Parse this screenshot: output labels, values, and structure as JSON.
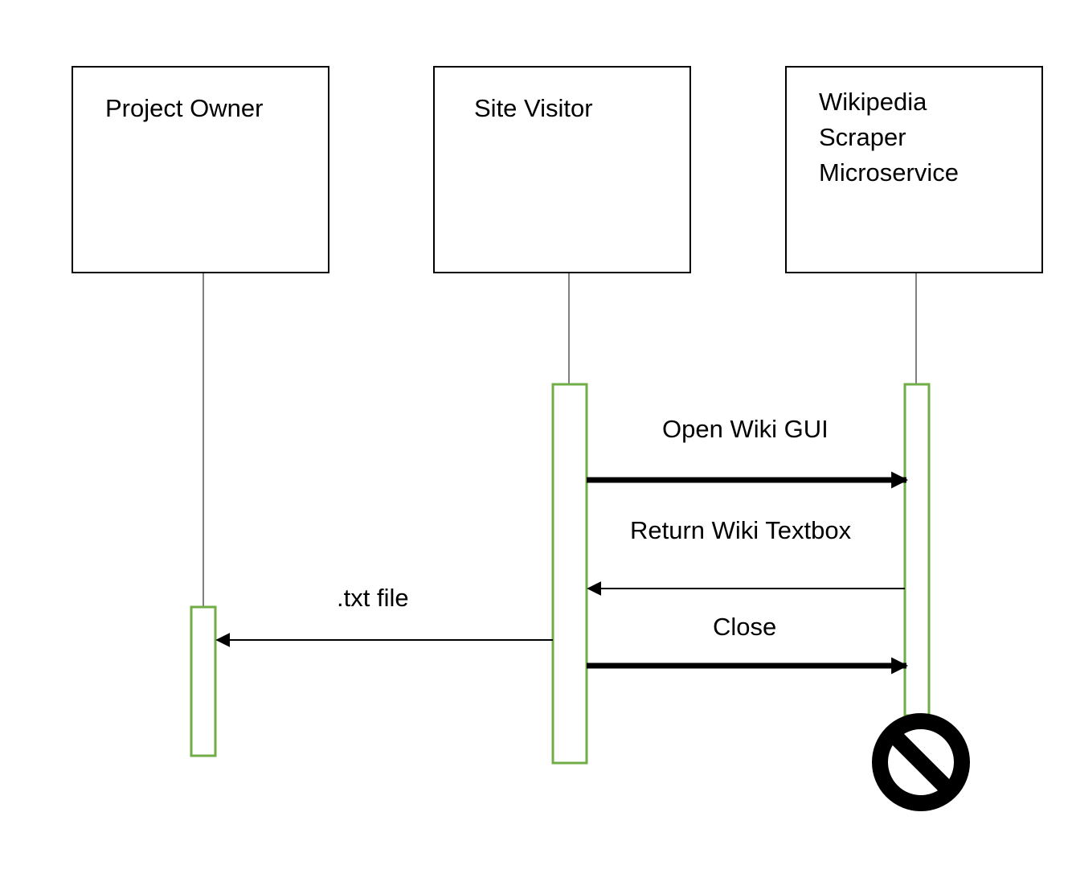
{
  "actors": {
    "project_owner": {
      "label": "Project Owner"
    },
    "site_visitor": {
      "label": "Site Visitor"
    },
    "scraper": {
      "label": "Wikipedia\nScraper\nMicroservice"
    }
  },
  "messages": {
    "open_gui": {
      "label": "Open Wiki GUI",
      "from": "Site Visitor",
      "to": "Wikipedia Scraper Microservice"
    },
    "return_textbox": {
      "label": "Return Wiki Textbox",
      "from": "Wikipedia Scraper Microservice",
      "to": "Site Visitor"
    },
    "txt_file": {
      "label": ".txt file",
      "from": "Site Visitor",
      "to": "Project Owner"
    },
    "close": {
      "label": "Close",
      "from": "Site Visitor",
      "to": "Wikipedia Scraper Microservice"
    }
  },
  "colors": {
    "activation_border": "#70ad47",
    "lifeline": "#7f7f7f",
    "line": "#000000"
  },
  "icons": {
    "termination": "prohibited-icon"
  }
}
